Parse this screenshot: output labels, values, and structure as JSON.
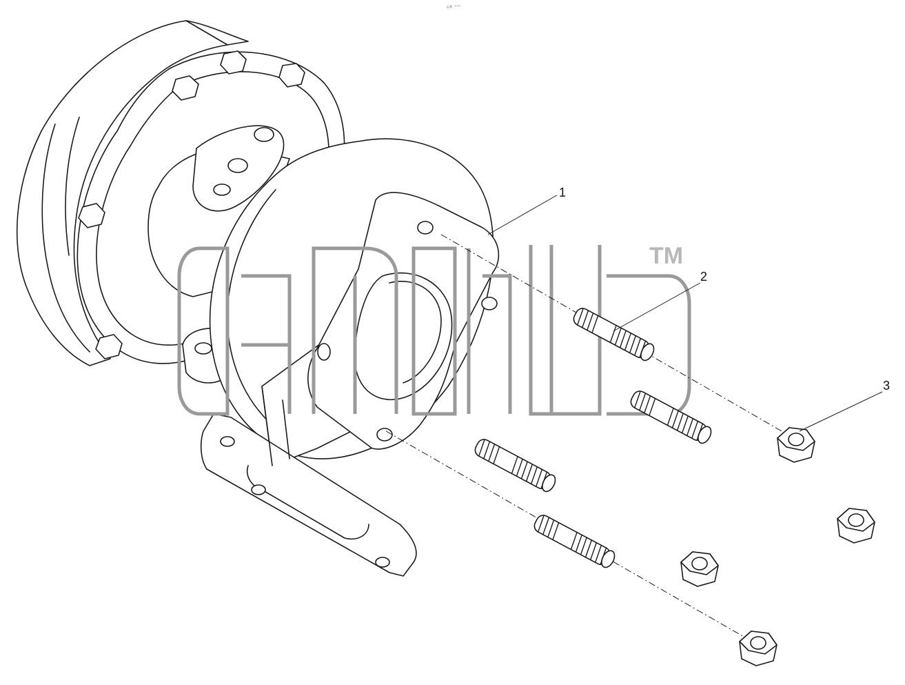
{
  "header": {
    "tiny_label": "s® °°°"
  },
  "callouts": [
    {
      "id": "c1",
      "label": "1"
    },
    {
      "id": "c2",
      "label": "2"
    },
    {
      "id": "c3",
      "label": "3"
    }
  ],
  "watermark": {
    "trademark": "TM"
  }
}
